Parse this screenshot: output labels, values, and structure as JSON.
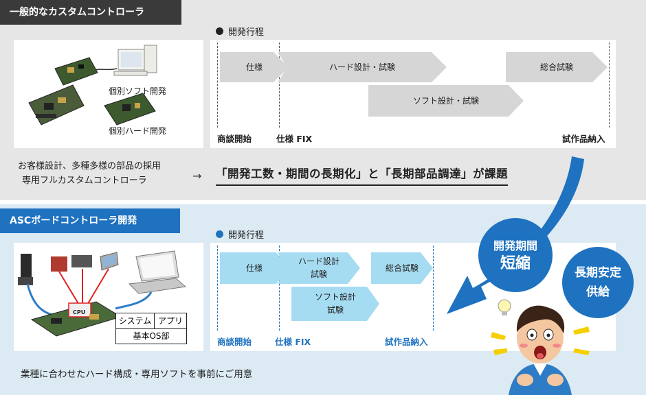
{
  "top": {
    "header": "一般的なカスタムコントローラ",
    "legend": "開発行程",
    "image_labels": {
      "soft": "個別ソフト開発",
      "hard": "個別ハード開発"
    },
    "description": [
      "お客様設計、多種多様の部品の採用",
      "専用フルカスタムコントローラ"
    ],
    "problem": "「開発工数・期間の長期化」と「長期部品調達」が課題",
    "timeline": {
      "phases": [
        "仕様",
        "ハード設計・試験",
        "ソフト設計・試験",
        "総合試験"
      ],
      "milestones": [
        "商談開始",
        "仕様 FIX",
        "試作品納入"
      ]
    }
  },
  "bottom": {
    "header": "ASCボードコントローラ開発",
    "legend": "開発行程",
    "image_labels": {
      "system": "システム",
      "app": "アプリ",
      "os": "基本OS部",
      "cpu": "CPU"
    },
    "description": "業種に合わせたハード構成・専用ソフトを事前にご用意",
    "timeline": {
      "phases": [
        "仕様",
        "ハード設計",
        "試験",
        "ソフト設計",
        "試験",
        "総合試験"
      ],
      "milestones": [
        "商談開始",
        "仕様 FIX",
        "試作品納入"
      ]
    }
  },
  "badges": {
    "shorten_line1": "開発期間",
    "shorten_line2": "短縮",
    "supply_line1": "長期安定",
    "supply_line2": "供給"
  },
  "colors": {
    "accent": "#1e72c0",
    "dark_header": "#3a3a3a",
    "grey_phase": "#d6d6d6",
    "blue_phase": "#a6dcf2"
  }
}
